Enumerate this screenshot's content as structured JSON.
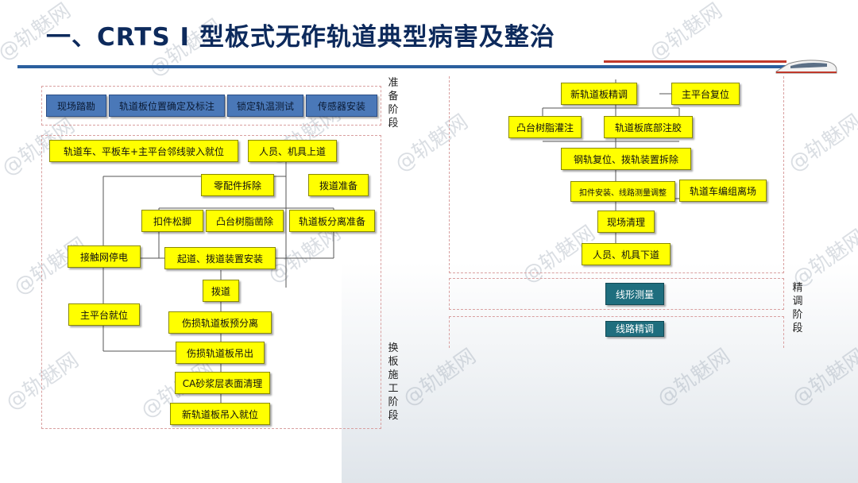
{
  "title": "一、CRTS I 型板式无砟轨道典型病害及整治",
  "watermark": "@轨魅网",
  "colors": {
    "node_fill": "#ffff00",
    "prep_fill": "#4a78b8",
    "teal_fill": "#1f6e7e",
    "title_color": "#0d2a5c",
    "rule_blue": "#2b5f9e",
    "rule_red": "#c0392b"
  },
  "stages": {
    "prep": "准备阶段",
    "replace": "换板施工阶段",
    "fine": "精调阶段"
  },
  "prep_nodes": [
    "现场踏勘",
    "轨道板位置确定及标注",
    "锁定轨温测试",
    "传感器安装"
  ],
  "left_nodes": {
    "n1": "轨道车、平板车+主平台邻线驶入就位",
    "n2": "人员、机具上道",
    "n3": "零配件拆除",
    "n4": "拨道准备",
    "n5": "扣件松脚",
    "n6": "凸台树脂凿除",
    "n7": "轨道板分离准备",
    "n8": "接触网停电",
    "n9": "起道、拨道装置安装",
    "n10": "拨道",
    "n11": "主平台就位",
    "n12": "伤损轨道板预分离",
    "n13": "伤损轨道板吊出",
    "n14": "CA砂浆层表面清理",
    "n15": "新轨道板吊入就位"
  },
  "right_nodes": {
    "r1": "新轨道板精调",
    "r2": "主平台复位",
    "r3": "凸台树脂灌注",
    "r4": "轨道板底部注胶",
    "r5": "钢轨复位、拨轨装置拆除",
    "r6": "扣件安装、线路测量调整",
    "r7": "轨道车编组离场",
    "r8": "现场清理",
    "r9": "人员、机具下道",
    "r10": "线形测量",
    "r11": "线路精调"
  }
}
